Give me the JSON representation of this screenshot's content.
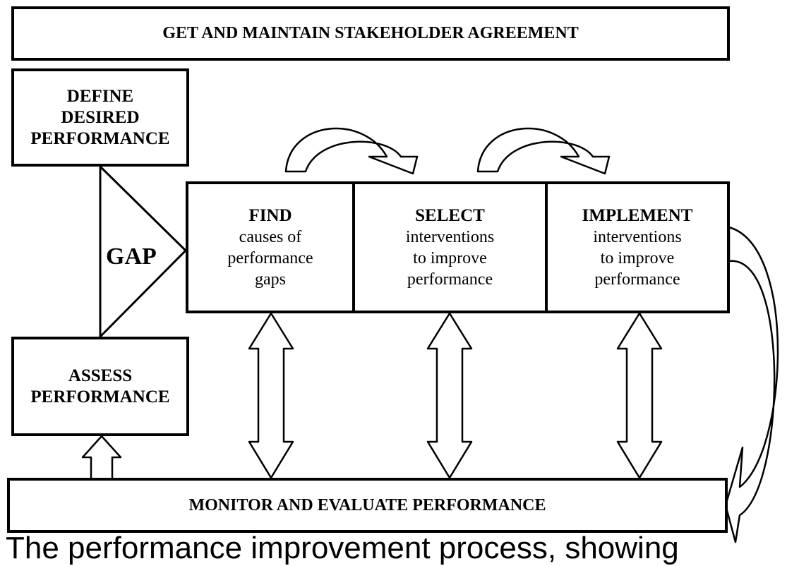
{
  "top_banner": "GET AND MAINTAIN  STAKEHOLDER AGREEMENT",
  "define": {
    "lines": [
      "DEFINE",
      "DESIRED",
      "PERFORMANCE"
    ]
  },
  "gap": "GAP",
  "assess": {
    "lines": [
      "ASSESS",
      "PERFORMANCE"
    ]
  },
  "find": {
    "title": "FIND",
    "lines": [
      "causes of",
      "performance",
      "gaps"
    ]
  },
  "select": {
    "title": "SELECT",
    "lines": [
      "interventions",
      "to improve",
      "performance"
    ]
  },
  "implement": {
    "title": "IMPLEMENT",
    "lines": [
      "interventions",
      "to improve",
      "performance"
    ]
  },
  "monitor": "MONITOR AND EVALUATE PERFORMANCE",
  "caption": "The performance improvement process, showing"
}
